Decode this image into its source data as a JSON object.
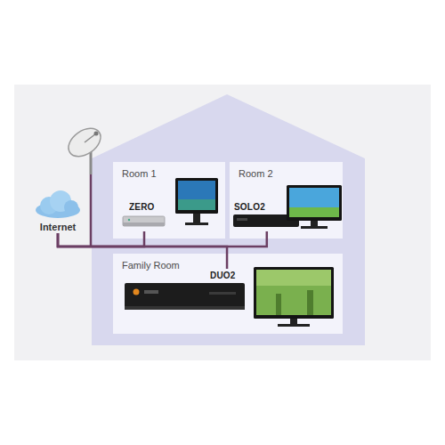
{
  "diagram": {
    "nodes": [
      {
        "text": [
          "Room 1"
        ]
      },
      {
        "text": [
          "ZERO"
        ],
        "in": 0
      },
      {
        "text": [
          "Room 2"
        ]
      },
      {
        "text": [
          "SOLO2"
        ],
        "in": 2
      },
      {
        "text": [
          "Internet"
        ]
      },
      {
        "text": [
          "Family Room"
        ]
      },
      {
        "text": [
          "DUO2"
        ],
        "in": 5
      }
    ],
    "edges": [
      {
        "from": 4,
        "to": 1,
        "arrow": "none"
      },
      {
        "from": 4,
        "to": 3,
        "arrow": "none"
      },
      {
        "from": 4,
        "to": 6,
        "arrow": "none"
      }
    ]
  }
}
